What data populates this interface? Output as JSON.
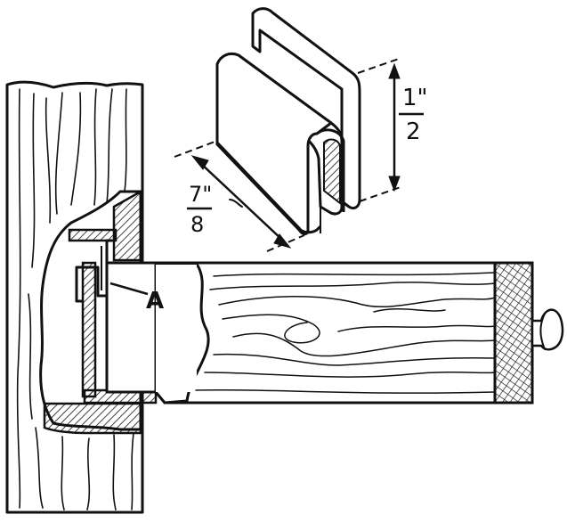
{
  "labels": {
    "part_label": "A",
    "height_dim": "1\"",
    "height_dim_denominator": "2",
    "width_dim_numerator": "7\"",
    "width_dim_denominator": "8"
  },
  "colors": {
    "ink": "#111111",
    "paper": "#ffffff"
  }
}
